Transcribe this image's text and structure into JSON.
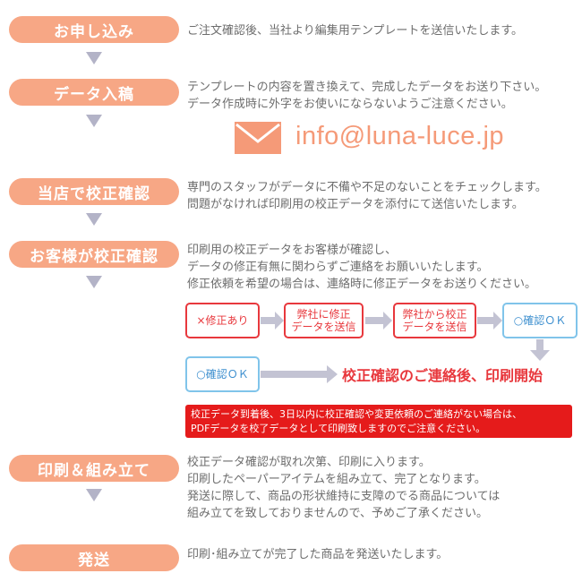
{
  "steps": [
    {
      "label": "お申し込み",
      "lines": [
        "ご注文確認後、当社より編集用テンプレートを送信いたします。"
      ]
    },
    {
      "label": "データ入稿",
      "lines": [
        "テンプレートの内容を置き換えて、完成したデータをお送り下さい。",
        "データ作成時に外字をお使いにならないようご注意ください。"
      ]
    },
    {
      "label": "当店で校正確認",
      "lines": [
        "専門のスタッフがデータに不備や不足のないことをチェックします。",
        "問題がなければ印刷用の校正データを添付にて送信いたします。"
      ]
    },
    {
      "label": "お客様が校正確認",
      "lines": [
        "印刷用の校正データをお客様が確認し、",
        "データの修正有無に関わらずご連絡をお願いいたします。",
        "修正依頼を希望の場合は、連絡時に修正データをお送りください。"
      ]
    },
    {
      "label": "印刷＆組み立て",
      "lines": [
        "校正データ確認が取れ次第、印刷に入ります。",
        "印刷したペーパーアイテムを組み立て、完了となります。",
        "発送に際して、商品の形状維持に支障のでる商品については",
        "組み立てを致しておりませんので、予めご了承ください。"
      ]
    },
    {
      "label": "発送",
      "lines": [
        "印刷･組み立てが完了した商品を発送いたします。"
      ]
    }
  ],
  "email": "info@luna-luce.jp",
  "flow": {
    "revise": "×修正あり",
    "to_shop_1": "弊社に修正",
    "to_shop_2": "データを送信",
    "from_shop_1": "弊社から校正",
    "from_shop_2": "データを送信",
    "ok_1": "○確認ＯＫ",
    "ok_2": "○確認ＯＫ",
    "result": "校正確認のご連絡後、印刷開始"
  },
  "notice": [
    "校正データ到着後、3日以内に校正確認や変更依頼のご連絡がない場合は、",
    "PDFデータを校了データとして印刷致しますのでご注意ください。"
  ],
  "colors": {
    "pill": "#f7a785",
    "arrow": "#b3b3c7",
    "red": "#e8383d",
    "blue": "#80c4ea",
    "email": "#f59a78"
  }
}
